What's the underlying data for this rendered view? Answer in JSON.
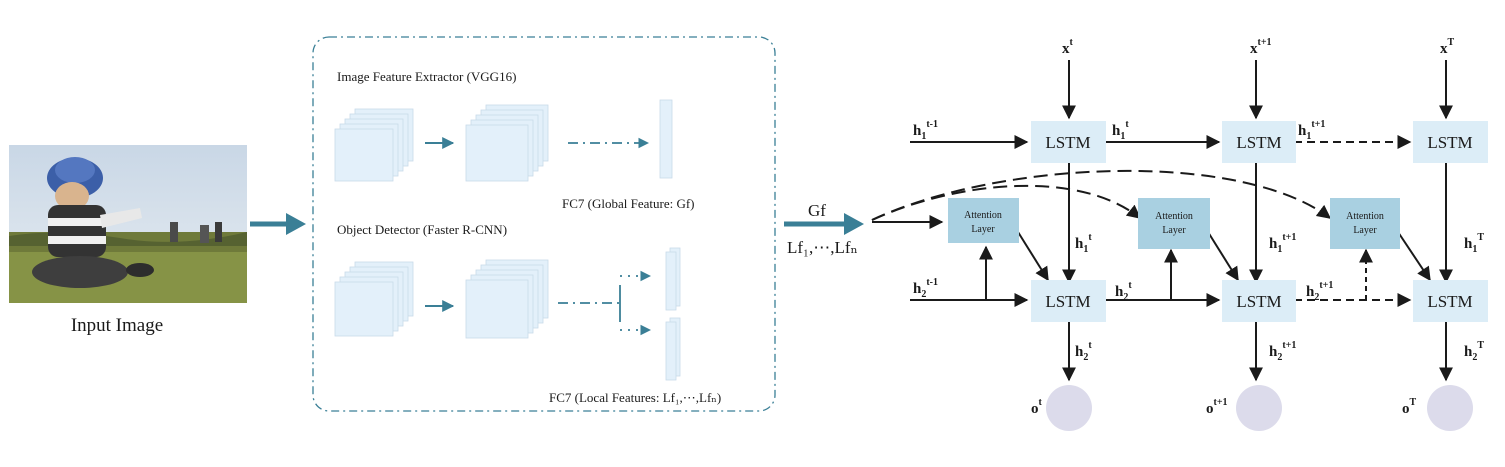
{
  "input_image": {
    "caption": "Input Image"
  },
  "extractor": {
    "vgg_title": "Image Feature Extractor (VGG16)",
    "fc7_global": "FC7 (Global Feature: Gf)",
    "detector_title": "Object Detector (Faster R-CNN)",
    "fc7_local": "FC7 (Local Features: Lf₁,⋯,Lfₙ)"
  },
  "connector": {
    "gf": "Gf",
    "lf": "Lf₁,⋯,Lfₙ"
  },
  "lstm_label": "LSTM",
  "attention_label": [
    "Attention",
    "Layer"
  ],
  "inputs": [
    {
      "base": "x",
      "sup": "t"
    },
    {
      "base": "x",
      "sup": "t+1"
    },
    {
      "base": "x",
      "sup": "T"
    }
  ],
  "h1_prev": {
    "base": "h",
    "sub": "1",
    "sup": "t-1"
  },
  "h2_prev": {
    "base": "h",
    "sub": "2",
    "sup": "t-1"
  },
  "h1_horizontal": [
    {
      "base": "h",
      "sub": "1",
      "sup": "t"
    },
    {
      "base": "h",
      "sub": "1",
      "sup": "t+1"
    }
  ],
  "h2_horizontal": [
    {
      "base": "h",
      "sub": "2",
      "sup": "t"
    },
    {
      "base": "h",
      "sub": "2",
      "sup": "t+1"
    }
  ],
  "h1_vertical": [
    {
      "base": "h",
      "sub": "1",
      "sup": "t"
    },
    {
      "base": "h",
      "sub": "1",
      "sup": "t+1"
    },
    {
      "base": "h",
      "sub": "1",
      "sup": "T"
    }
  ],
  "h2_vertical": [
    {
      "base": "h",
      "sub": "2",
      "sup": "t"
    },
    {
      "base": "h",
      "sub": "2",
      "sup": "t+1"
    },
    {
      "base": "h",
      "sub": "2",
      "sup": "T"
    }
  ],
  "outputs": [
    {
      "base": "o",
      "sup": "t"
    },
    {
      "base": "o",
      "sup": "t+1"
    },
    {
      "base": "o",
      "sup": "T"
    }
  ],
  "colors": {
    "teal": "#3a7f96",
    "lstm_box": "#dcedf7",
    "attention_box": "#a9d0e1",
    "output_circle": "#dcdbeb",
    "feature_map": "#e3f0fa",
    "arrow": "#1a1a1a"
  }
}
